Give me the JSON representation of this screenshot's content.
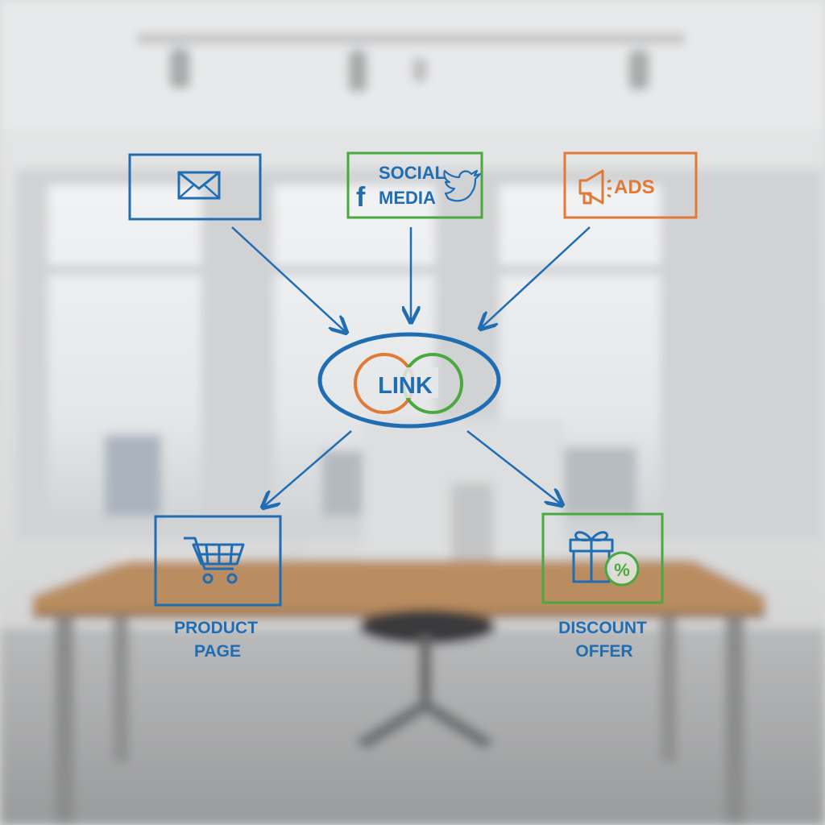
{
  "diagram": {
    "sources": {
      "email": {
        "icon": "envelope-icon"
      },
      "social": {
        "line1": "SOCIAL",
        "line2": "MEDIA",
        "icons": [
          "facebook-icon",
          "twitter-icon"
        ]
      },
      "ads": {
        "label": "ADS",
        "icon": "megaphone-icon"
      }
    },
    "hub": {
      "label": "LINK",
      "icon": "chain-link-icon"
    },
    "targets": {
      "product": {
        "line1": "PRODUCT",
        "line2": "PAGE",
        "icon": "shopping-cart-icon"
      },
      "discount": {
        "line1": "DISCOUNT",
        "line2": "OFFER",
        "icon": "gift-percent-icon"
      }
    },
    "edges": [
      [
        "email",
        "hub"
      ],
      [
        "social",
        "hub"
      ],
      [
        "ads",
        "hub"
      ],
      [
        "hub",
        "product"
      ],
      [
        "hub",
        "discount"
      ]
    ]
  },
  "colors": {
    "blue": "#1f6db3",
    "green": "#4aa83f",
    "orange": "#e07a36"
  }
}
